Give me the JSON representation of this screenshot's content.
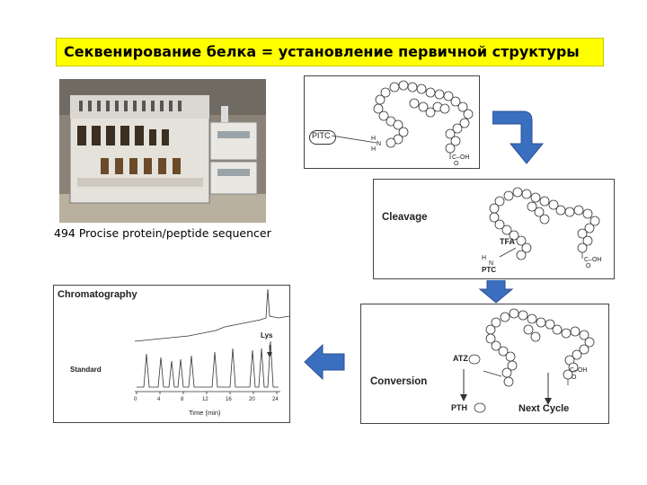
{
  "title": "Секвенирование белка = установление первичной структуры",
  "photo_caption": "494 Procise protein/peptide sequencer",
  "panel_pitc": {
    "reagent": "PITC",
    "h1": "H",
    "h2": "H",
    "n": "N",
    "cooh": "C–OH",
    "o": "O"
  },
  "panel_cleavage": {
    "label": "Cleavage",
    "tfa": "TFA",
    "ptc": "PTC",
    "h": "H",
    "n": "N",
    "cooh": "C–OH",
    "o": "O"
  },
  "panel_conversion": {
    "label": "Conversion",
    "atz": "ATZ",
    "pth": "PTH",
    "next_cycle": "Next Cycle",
    "cooh": "C–OH",
    "o": "O"
  },
  "panel_chromatography": {
    "title": "Chromatography",
    "standard_label": "Standard",
    "peak_label": "Lys",
    "xlabel": "Time (min)",
    "x_ticks": [
      "0",
      "4",
      "8",
      "12",
      "16",
      "20",
      "24"
    ]
  },
  "colors": {
    "title_bg": "#ffff00",
    "arrow": "#3a6fc0",
    "bead": "#ffffff"
  },
  "icons": [
    "right-down-arrow-icon",
    "down-arrow-icon",
    "left-arrow-icon"
  ]
}
